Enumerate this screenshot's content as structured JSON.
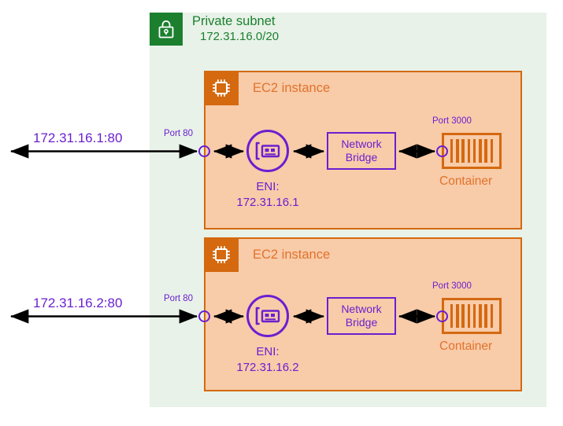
{
  "subnet": {
    "icon": "lock-icon",
    "title": "Private subnet",
    "cidr": "172.31.16.0/20",
    "color": "#1b7f2e"
  },
  "colors": {
    "subnet_green": "#1b7f2e",
    "subnet_fill": "#e8f2e8",
    "ec2_orange": "#d4690f",
    "ec2_title_orange": "#e1732b",
    "ec2_fill": "#f8cba9",
    "purple": "#6a1fd0",
    "arrow_black": "#000000"
  },
  "instances": [
    {
      "icon": "cpu-chip-icon",
      "title": "EC2 instance",
      "external_ip": "172.31.16.1:80",
      "ingress_port_label": "Port 80",
      "eni_icon": "network-interface-icon",
      "eni_label_line1": "ENI:",
      "eni_label_line2": "172.31.16.1",
      "bridge_line1": "Network",
      "bridge_line2": "Bridge",
      "container_port_label": "Port 3000",
      "container_label": "Container",
      "container_bars": 8
    },
    {
      "icon": "cpu-chip-icon",
      "title": "EC2 instance",
      "external_ip": "172.31.16.2:80",
      "ingress_port_label": "Port 80",
      "eni_icon": "network-interface-icon",
      "eni_label_line1": "ENI:",
      "eni_label_line2": "172.31.16.2",
      "bridge_line1": "Network",
      "bridge_line2": "Bridge",
      "container_port_label": "Port 3000",
      "container_label": "Container",
      "container_bars": 8
    }
  ]
}
